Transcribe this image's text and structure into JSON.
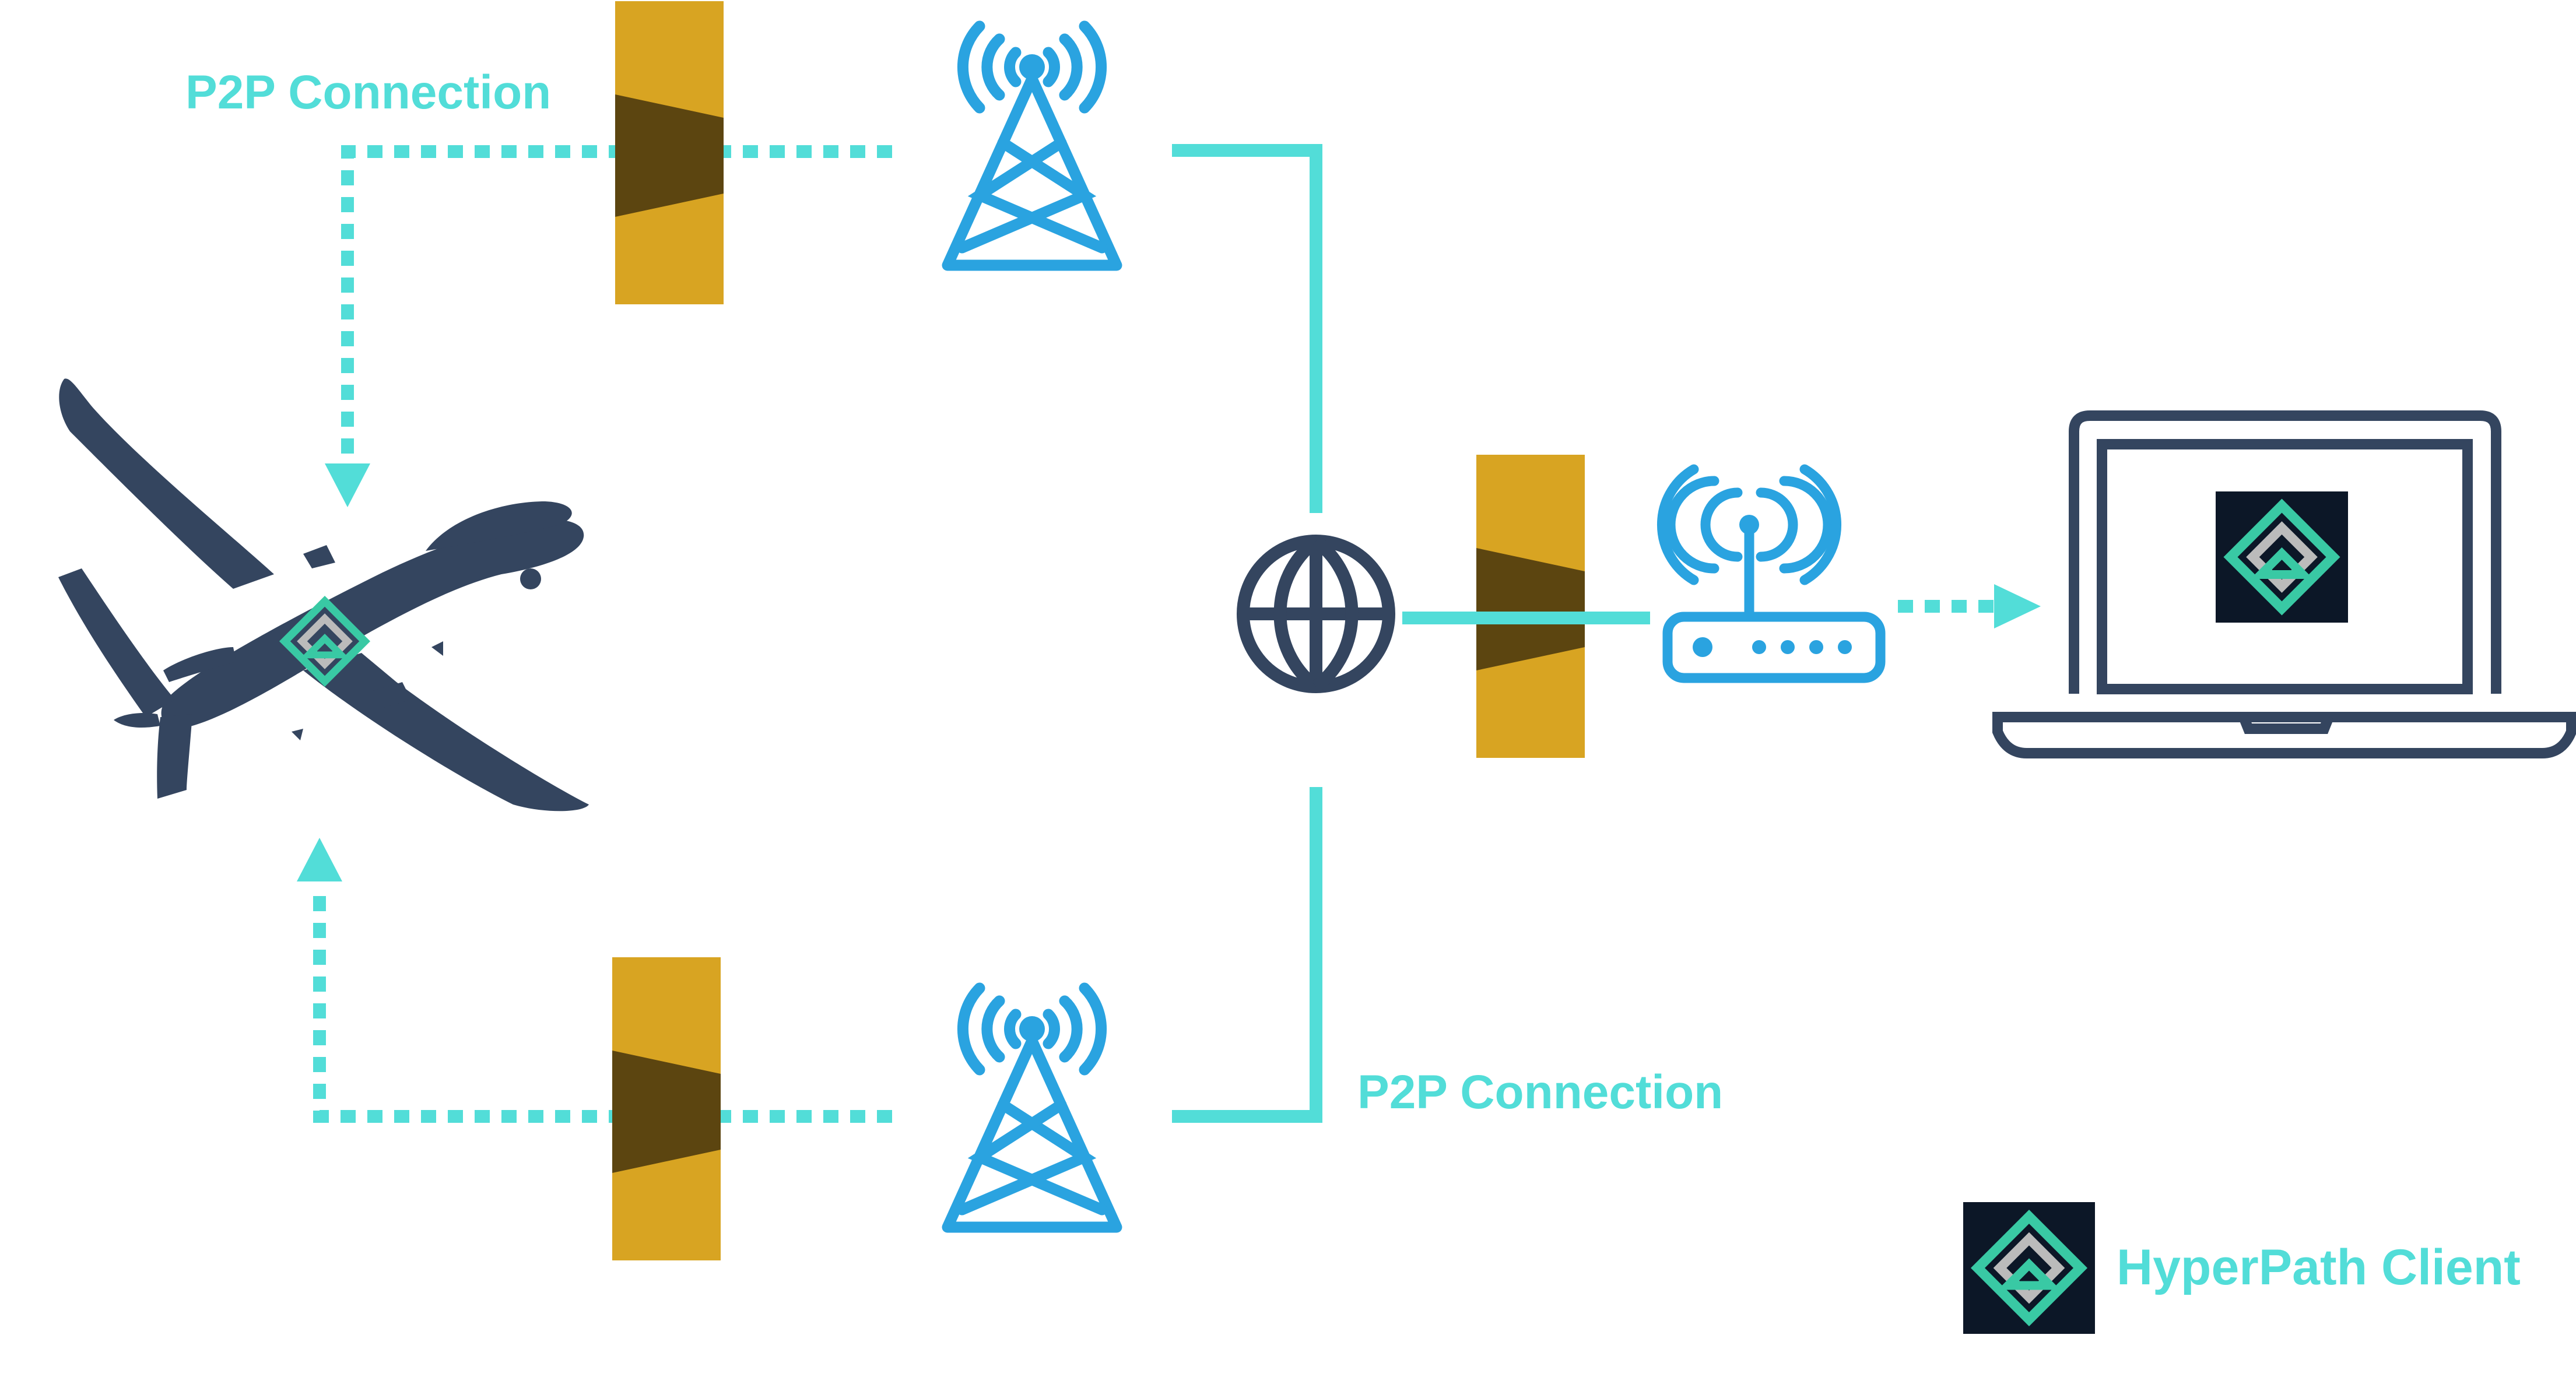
{
  "labels": {
    "p2p_top": "P2P Connection",
    "p2p_bottom": "P2P Connection",
    "legend": "HyperPath Client"
  },
  "colors": {
    "link": "#52DDD8",
    "antenna": "#2AA3E0",
    "navy": "#34455F",
    "firewall_gold": "#D8A422",
    "firewall_band": "#5C4510",
    "badge_bg": "#0C1727",
    "badge_teal": "#39C9A4",
    "badge_gray": "#BBBBBB"
  },
  "icons": {
    "aircraft": "drone-icon",
    "tower": "cell-tower-icon",
    "globe": "globe-icon",
    "router": "wifi-router-icon",
    "laptop": "laptop-icon",
    "firewall": "firewall-icon",
    "client": "hyperpath-logo-icon"
  }
}
